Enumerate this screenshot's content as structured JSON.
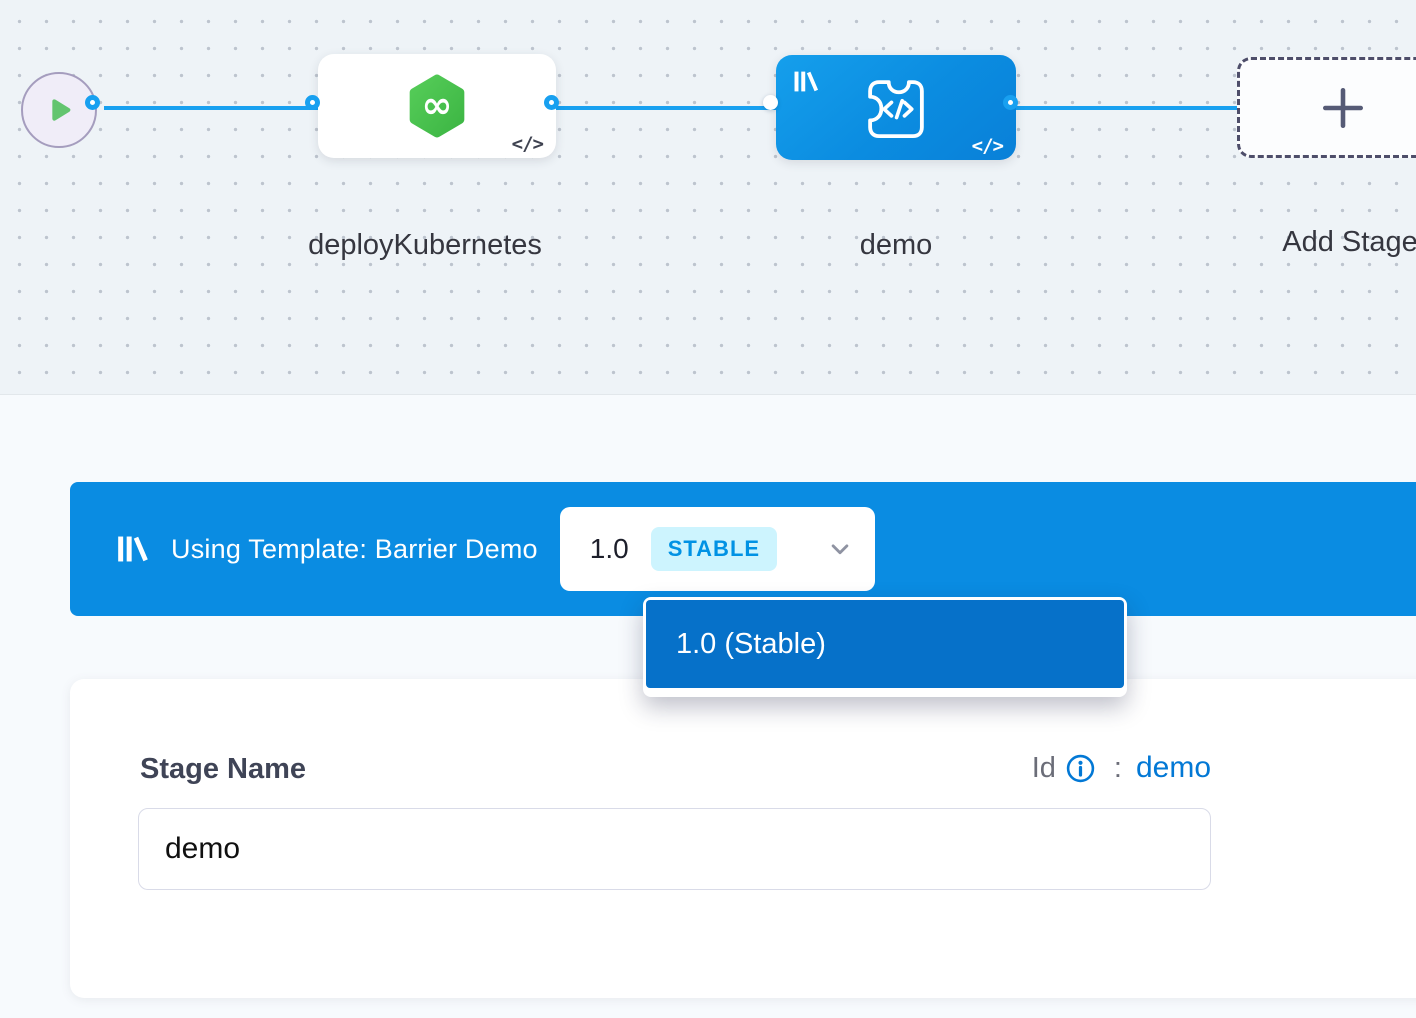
{
  "canvas": {
    "start_node": {
      "icon": "play-icon"
    },
    "stages": [
      {
        "label": "deployKubernetes",
        "icon": "deployment-hexagon-icon",
        "code_toggle": "</>"
      },
      {
        "label": "demo",
        "icon": "custom-stage-icon",
        "template_badge_icon": "template-library-icon",
        "code_toggle": "</>"
      }
    ],
    "add_stage": {
      "label": "Add Stage",
      "icon": "plus-icon"
    }
  },
  "template_banner": {
    "icon": "template-library-icon",
    "message": "Using Template: Barrier Demo",
    "version_selector": {
      "version": "1.0",
      "badge": "STABLE",
      "chevron_icon": "chevron-down-icon"
    }
  },
  "version_dropdown": {
    "items": [
      {
        "label": "1.0 (Stable)",
        "selected": true
      }
    ]
  },
  "stage_form": {
    "name_label": "Stage Name",
    "name_value": "demo",
    "id_label": "Id",
    "id_info_icon": "info-icon",
    "id_separator": ":",
    "id_value": "demo"
  },
  "colors": {
    "banner_blue": "#0A8CE2",
    "dropdown_item_blue": "#0671C9",
    "stage_node_blue": "#0B8CE0",
    "connector_blue": "#18A0F0",
    "badge_bg": "#CDF4FE",
    "badge_text": "#0092E4",
    "link_blue": "#0278D5",
    "hexagon_green": "#4CC24E",
    "play_green": "#63C56F",
    "canvas_bg": "#EEF3F7"
  }
}
